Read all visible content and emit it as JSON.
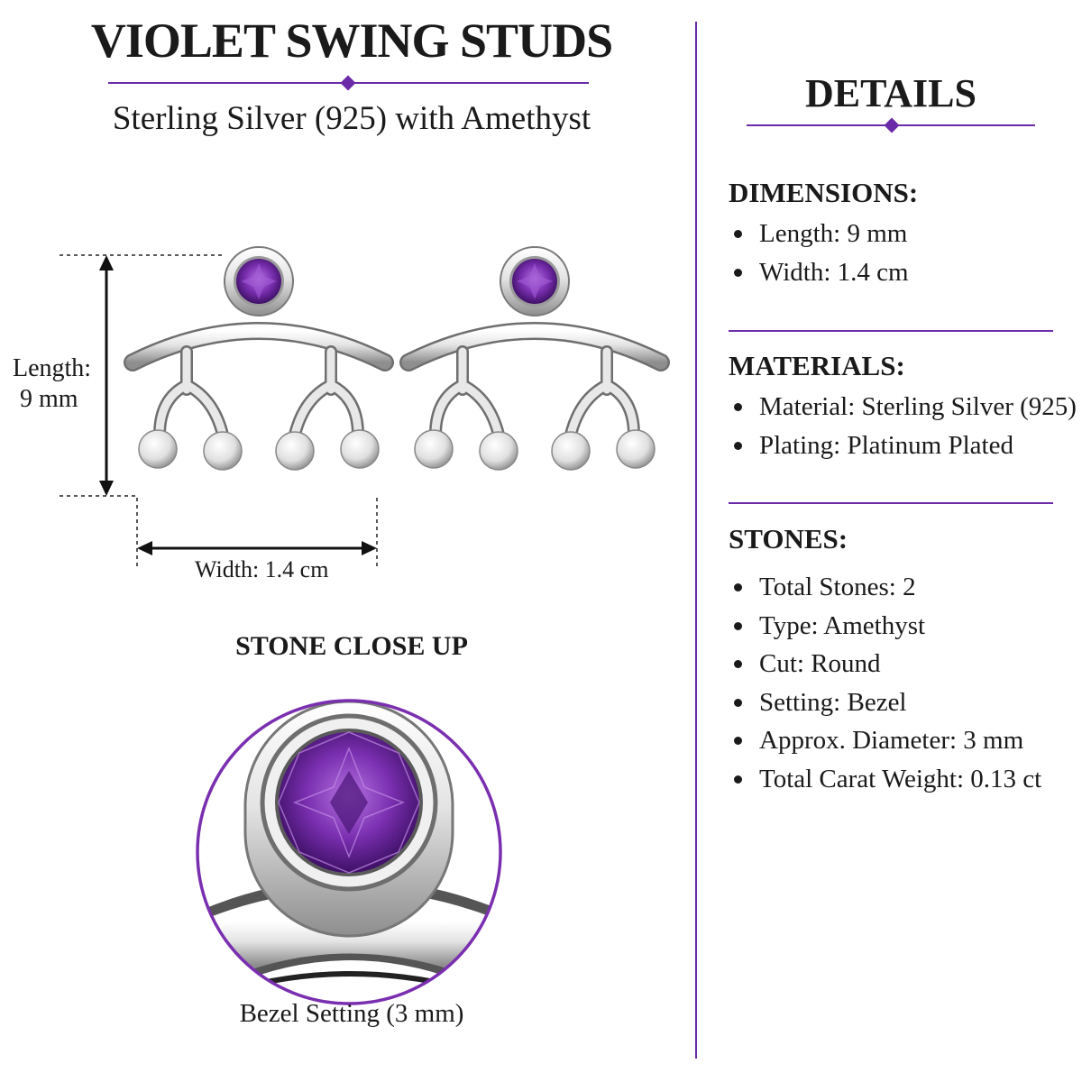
{
  "header": {
    "title": "VIOLET SWING STUDS",
    "subtitle": "Sterling Silver (925) with Amethyst"
  },
  "figure": {
    "length_label_line1": "Length:",
    "length_label_line2": "9 mm",
    "width_label": "Width: 1.4 cm"
  },
  "closeup": {
    "heading": "STONE CLOSE UP",
    "caption": "Bezel Setting (3 mm)"
  },
  "details": {
    "heading": "DETAILS",
    "sections": [
      {
        "title": "DIMENSIONS:",
        "items": [
          "Length:  9 mm",
          "Width:  1.4 cm"
        ]
      },
      {
        "title": "MATERIALS:",
        "items": [
          "Material:  Sterling Silver (925)",
          "Plating:  Platinum Plated"
        ]
      },
      {
        "title": "STONES:",
        "items": [
          "Total Stones: 2",
          "Type: Amethyst",
          "Cut: Round",
          "Setting:  Bezel",
          "Approx. Diameter:  3 mm",
          "Total Carat Weight: 0.13 ct"
        ]
      }
    ]
  },
  "colors": {
    "accent": "#6b2aa8",
    "amethyst": "#7a2fb0",
    "silver": "#d9d9d9"
  }
}
